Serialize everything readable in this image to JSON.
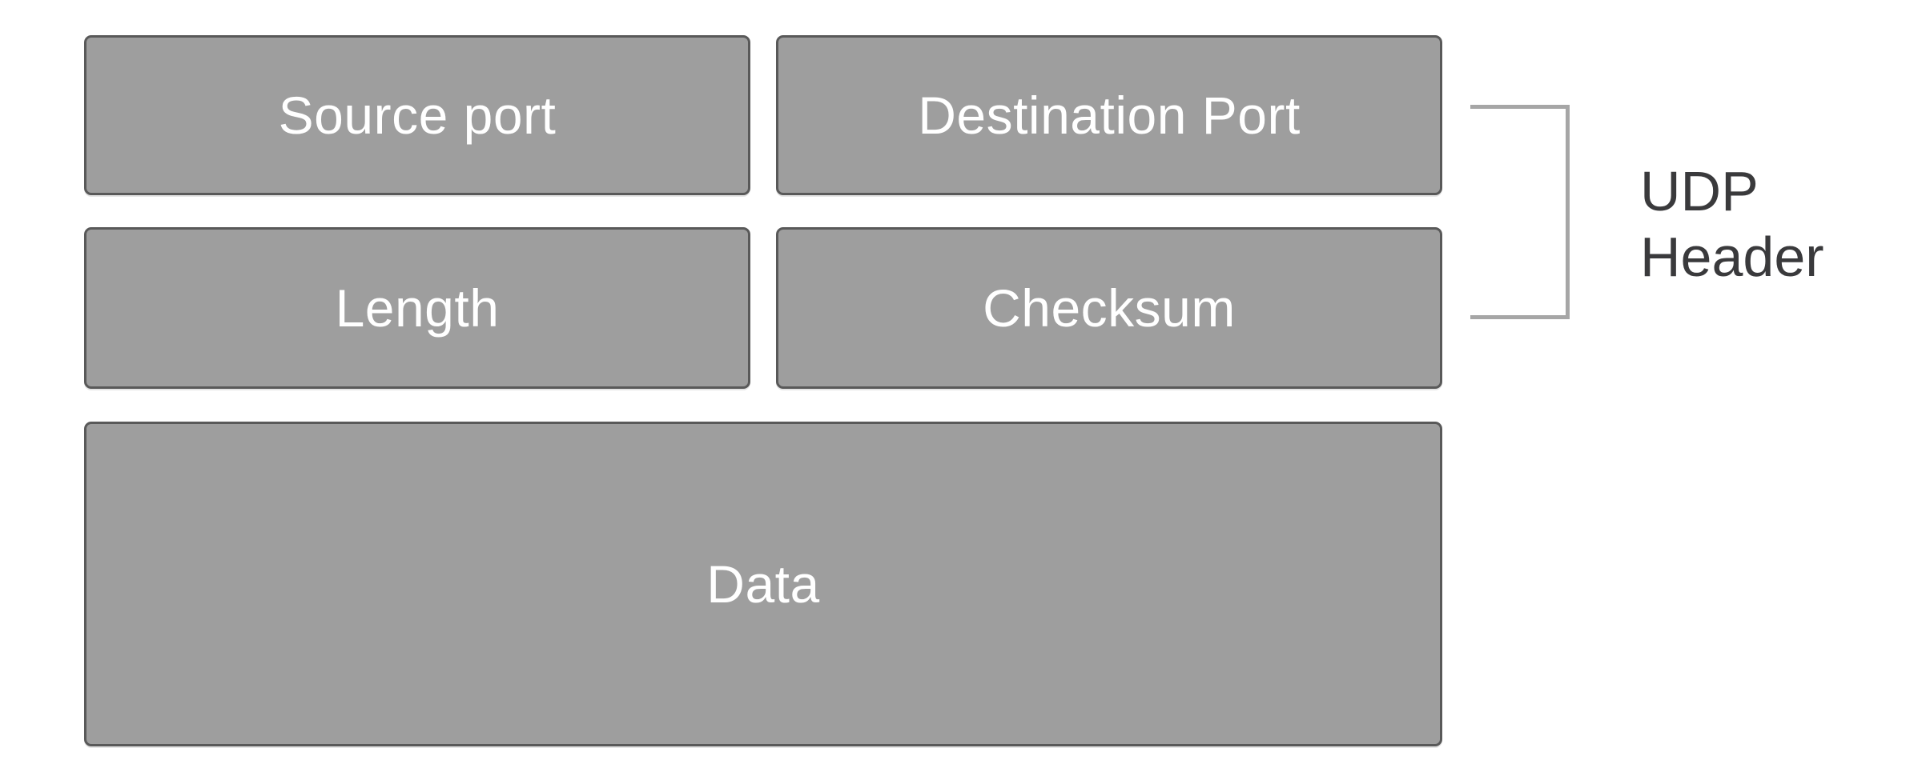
{
  "diagram": {
    "name": "udp-packet-structure",
    "boxes": [
      {
        "id": "source-port",
        "label": "Source port"
      },
      {
        "id": "destination-port",
        "label": "Destination Port"
      },
      {
        "id": "length",
        "label": "Length"
      },
      {
        "id": "checksum",
        "label": "Checksum"
      },
      {
        "id": "data",
        "label": "Data"
      }
    ],
    "annotation": {
      "line1": "UDP",
      "line2": "Header"
    },
    "colors": {
      "background": "#ffffff",
      "box_fill": "#9e9e9e",
      "box_border": "#595959",
      "box_text": "#ffffff",
      "bracket": "#a6a6a6",
      "annotation_text": "#3a3a3c"
    }
  }
}
